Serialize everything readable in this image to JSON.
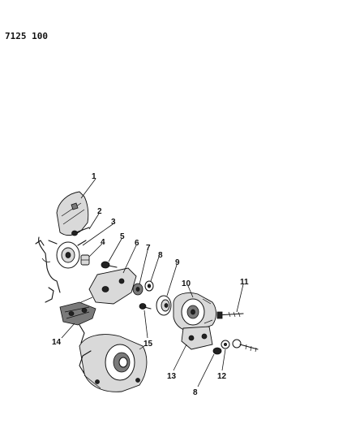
{
  "part_number": "7125 100",
  "callouts": [
    {
      "id": "c1",
      "text": "1"
    },
    {
      "id": "c2",
      "text": "2"
    },
    {
      "id": "c3",
      "text": "3"
    },
    {
      "id": "c4",
      "text": "4"
    },
    {
      "id": "c5",
      "text": "5"
    },
    {
      "id": "c6",
      "text": "6"
    },
    {
      "id": "c7",
      "text": "7"
    },
    {
      "id": "c8a",
      "text": "8"
    },
    {
      "id": "c9",
      "text": "9"
    },
    {
      "id": "c10",
      "text": "10"
    },
    {
      "id": "c11",
      "text": "11"
    },
    {
      "id": "c12",
      "text": "12"
    },
    {
      "id": "c13",
      "text": "13"
    },
    {
      "id": "c8b",
      "text": "8"
    },
    {
      "id": "c14",
      "text": "14"
    },
    {
      "id": "c15",
      "text": "15"
    }
  ]
}
